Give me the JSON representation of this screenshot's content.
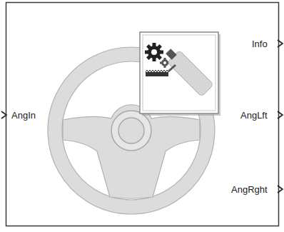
{
  "diagram": {
    "labels": [
      "Info",
      "AngIn",
      "AngLft",
      "AngRght"
    ]
  }
}
